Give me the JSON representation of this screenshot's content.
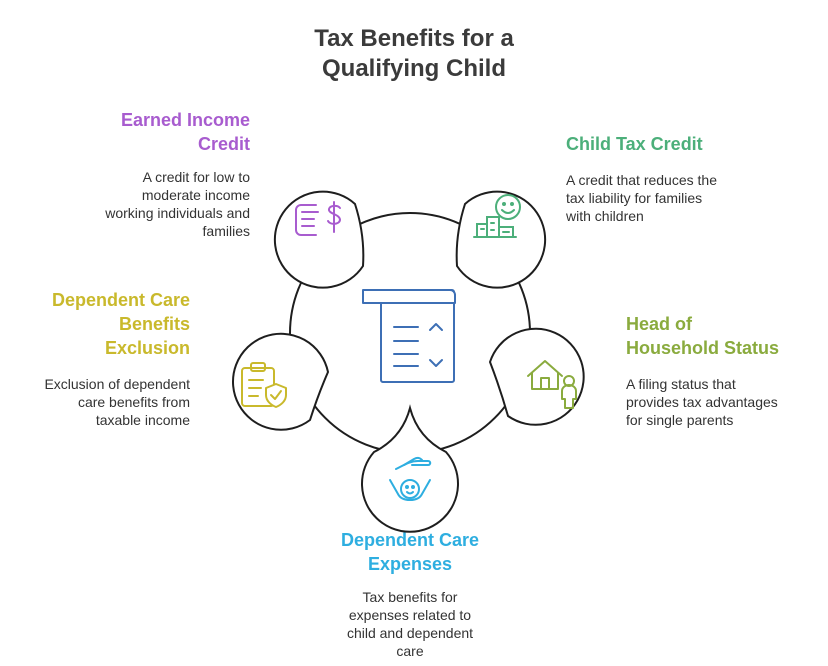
{
  "title": {
    "line1": "Tax Benefits for a",
    "line2": "Qualifying Child"
  },
  "items": {
    "earned_income": {
      "label": [
        "Earned Income",
        "Credit"
      ],
      "desc": [
        "A credit for low to",
        "moderate income",
        "working individuals and",
        "families"
      ],
      "color": "#a85ccf",
      "icon": "credit-dollar-icon"
    },
    "child_tax": {
      "label": [
        "Child Tax Credit"
      ],
      "desc": [
        "A credit that reduces the",
        "tax liability for families",
        "with children"
      ],
      "color": "#4caf7a",
      "icon": "child-building-icon"
    },
    "dependent_exclusion": {
      "label": [
        "Dependent Care",
        "Benefits",
        "Exclusion"
      ],
      "desc": [
        "Exclusion of dependent",
        "care benefits from",
        "taxable income"
      ],
      "color": "#c9b92c",
      "icon": "clipboard-shield-icon"
    },
    "head_household": {
      "label": [
        "Head of",
        "Household Status"
      ],
      "desc": [
        "A filing status that",
        "provides tax advantages",
        "for single parents"
      ],
      "color": "#8aab3e",
      "icon": "house-person-icon"
    },
    "dependent_expenses": {
      "label": [
        "Dependent Care",
        "Expenses"
      ],
      "desc": [
        "Tax benefits for",
        "expenses related to",
        "child and dependent",
        "care"
      ],
      "color": "#2eaee0",
      "icon": "hand-child-icon"
    }
  },
  "center_icon": {
    "icon": "document-list-icon",
    "color": "#3d6fb5"
  },
  "stroke_color": "#1e1e1e"
}
